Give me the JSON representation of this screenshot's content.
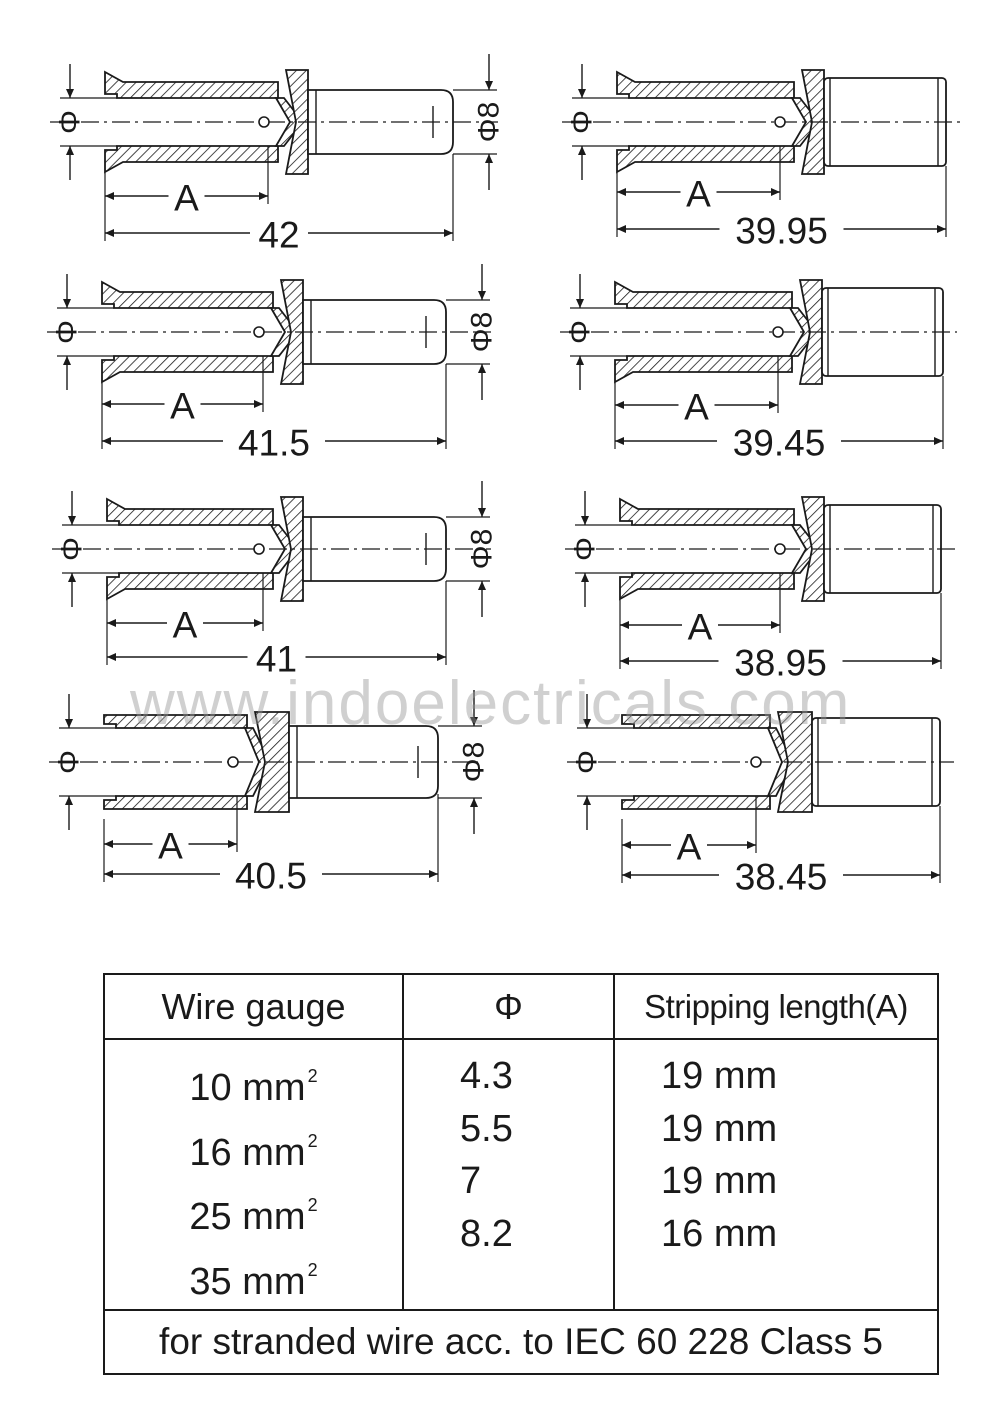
{
  "watermark": "www.indoelectricals.com",
  "drawings": [
    {
      "id": "male-10",
      "length_label": "42",
      "a_label": "A",
      "phi_label": "Φ",
      "pin_label": "Φ8"
    },
    {
      "id": "female-10",
      "length_label": "39.95",
      "a_label": "A",
      "phi_label": "Φ"
    },
    {
      "id": "male-16",
      "length_label": "41.5",
      "a_label": "A",
      "phi_label": "Φ",
      "pin_label": "Φ8"
    },
    {
      "id": "female-16",
      "length_label": "39.45",
      "a_label": "A",
      "phi_label": "Φ"
    },
    {
      "id": "male-25",
      "length_label": "41",
      "a_label": "A",
      "phi_label": "Φ",
      "pin_label": "Φ8"
    },
    {
      "id": "female-25",
      "length_label": "38.95",
      "a_label": "A",
      "phi_label": "Φ"
    },
    {
      "id": "male-35",
      "length_label": "40.5",
      "a_label": "A",
      "phi_label": "Φ",
      "pin_label": "Φ8"
    },
    {
      "id": "female-35",
      "length_label": "38.45",
      "a_label": "A",
      "phi_label": "Φ"
    }
  ],
  "table": {
    "headers": [
      "Wire gauge",
      "Φ",
      "Stripping length(A)"
    ],
    "rows": [
      {
        "gauge": "10 mm",
        "sup": "2",
        "phi": "4.3",
        "strip": "19 mm"
      },
      {
        "gauge": "16 mm",
        "sup": "2",
        "phi": "5.5",
        "strip": "19 mm"
      },
      {
        "gauge": "25 mm",
        "sup": "2",
        "phi": "7",
        "strip": "19 mm"
      },
      {
        "gauge": "35 mm",
        "sup": "2",
        "phi": "8.2",
        "strip": "16 mm"
      }
    ],
    "footer": "for stranded wire acc. to IEC 60 228 Class 5"
  }
}
